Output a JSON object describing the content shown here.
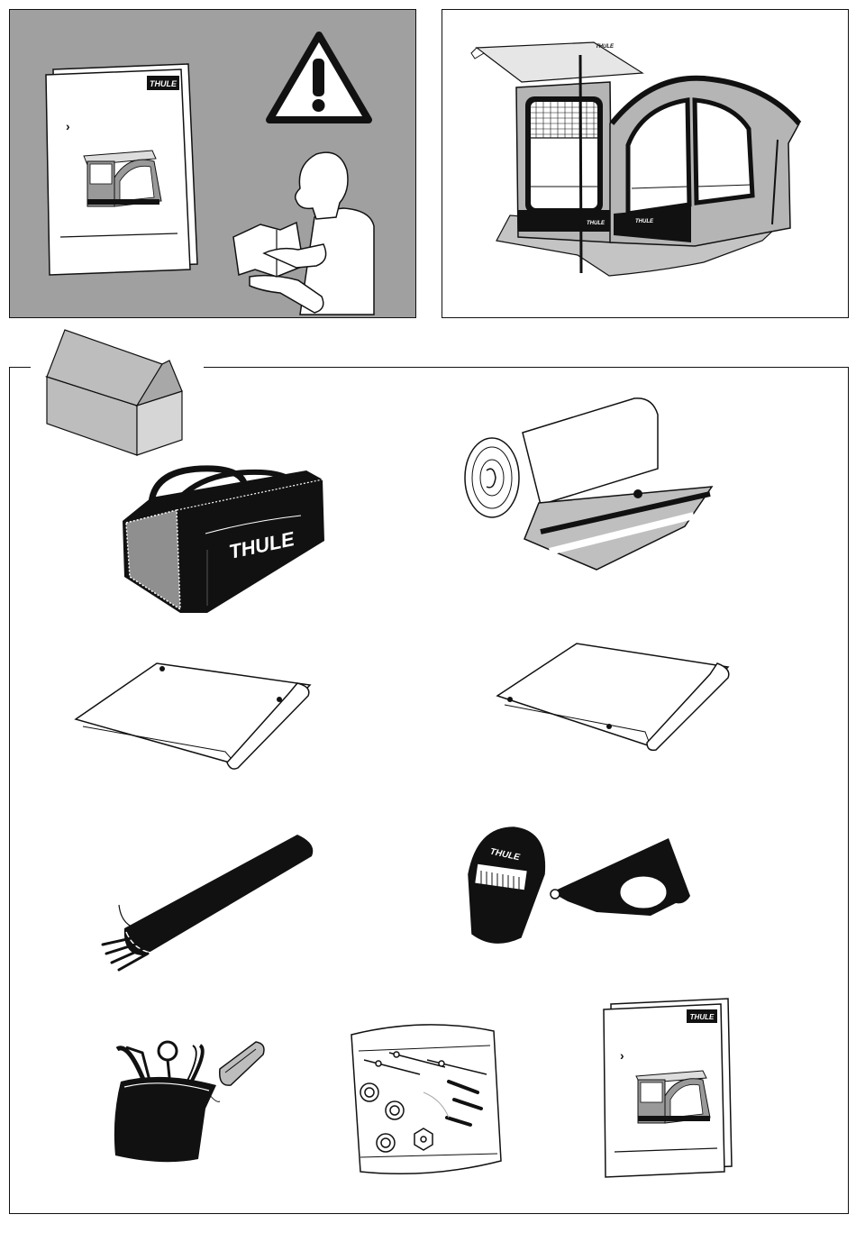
{
  "brand": {
    "logo_text": "THULE",
    "colors": {
      "panel_gray": "#a0a0a0",
      "outline": "#111111",
      "black": "#111111",
      "white": "#ffffff",
      "tent_fill": "#b5b5b5"
    }
  },
  "top_left_panel": {
    "manual_arrow": "›",
    "icons": [
      "manual-icon",
      "warning-icon",
      "person-reading-icon"
    ]
  },
  "top_right_panel": {
    "icons": [
      "awning-tent-icon"
    ],
    "tent_labels": [
      "THULE",
      "THULE"
    ]
  },
  "contents_panel": {
    "icons": [
      "box-icon",
      "carry-bag-icon",
      "rolled-tent-icon",
      "side-panel-left-icon",
      "side-panel-right-icon",
      "pole-bag-icon",
      "adapter-parts-icon",
      "pegs-pouch-icon",
      "hardware-kit-icon",
      "manual-icon"
    ],
    "bag_label": "THULE",
    "adapter_label": "THULE",
    "manual_arrow": "›"
  }
}
